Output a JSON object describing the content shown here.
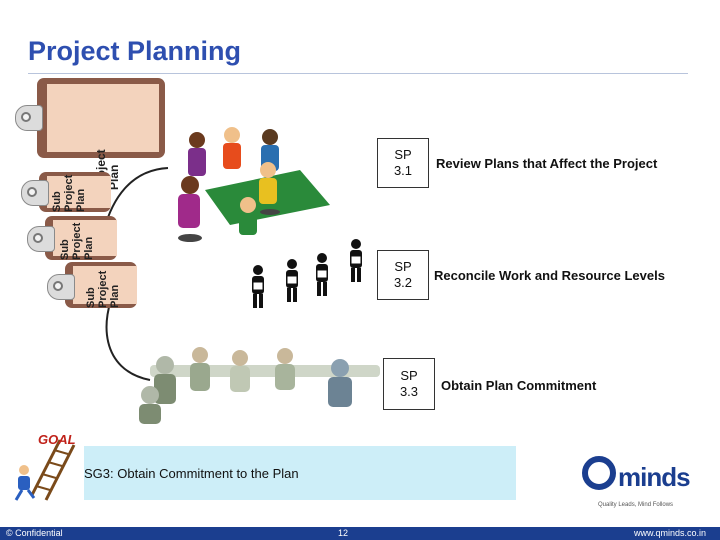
{
  "title": "Project Planning",
  "clipboards": {
    "project_plan": "Project Plan",
    "sub_plan": "Sub Project Plan"
  },
  "steps": [
    {
      "label": "SP 3.1",
      "description": "Review Plans that Affect the Project"
    },
    {
      "label": "SP 3.2",
      "description": "Reconcile Work and Resource Levels"
    },
    {
      "label": "SP 3.3",
      "description": "Obtain Plan Commitment"
    }
  ],
  "goal": {
    "badge": "GOAL",
    "text": "SG3: Obtain Commitment to the Plan"
  },
  "logo": {
    "brand": "minds",
    "tagline": "Quality Leads, Mind Follows"
  },
  "footer": {
    "left": "© Confidential",
    "page": "12",
    "right": "www.qminds.co.in"
  },
  "colors": {
    "title": "#2e4fb0",
    "footer": "#1b3e8f",
    "goal_bar": "#cdeef8",
    "clipboard": "#8a5a48",
    "paper": "#f3d3bd"
  }
}
